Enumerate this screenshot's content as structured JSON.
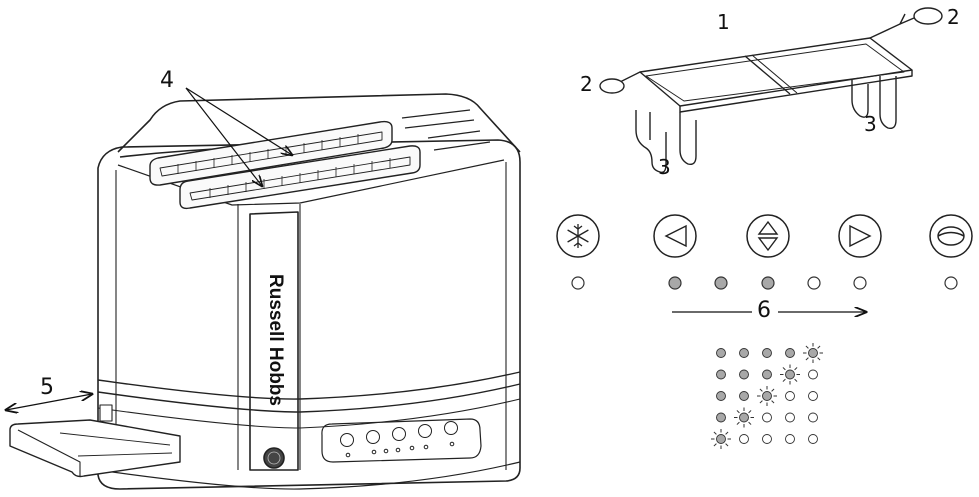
{
  "brand": "Russell Hobbs",
  "callouts": {
    "rack": "1",
    "rack_handle_left": "2",
    "rack_handle_right": "2",
    "rack_leg_left": "3",
    "rack_leg_right": "3",
    "slots": "4",
    "crumb_tray": "5",
    "browning_levels": "6"
  },
  "control_panel": {
    "buttons": [
      {
        "icon": "snowflake-icon",
        "indicator": "off"
      },
      {
        "icon": "left-triangle-icon",
        "indicator": "on"
      },
      {
        "icon": "up-down-triangles-icon",
        "indicator": "on"
      },
      {
        "icon": "right-triangle-icon",
        "indicator": "off"
      },
      {
        "icon": "lift-look-icon",
        "indicator": "off"
      }
    ],
    "level_indicators": [
      "on",
      "on",
      "on",
      "off",
      "off"
    ],
    "indicator_on_color": "#a8a8a8"
  },
  "level_matrix": [
    [
      "on",
      "on",
      "on",
      "on",
      "flash"
    ],
    [
      "on",
      "on",
      "on",
      "flash",
      "off"
    ],
    [
      "on",
      "on",
      "flash",
      "off",
      "off"
    ],
    [
      "on",
      "flash",
      "off",
      "off",
      "off"
    ],
    [
      "flash",
      "off",
      "off",
      "off",
      "off"
    ]
  ]
}
